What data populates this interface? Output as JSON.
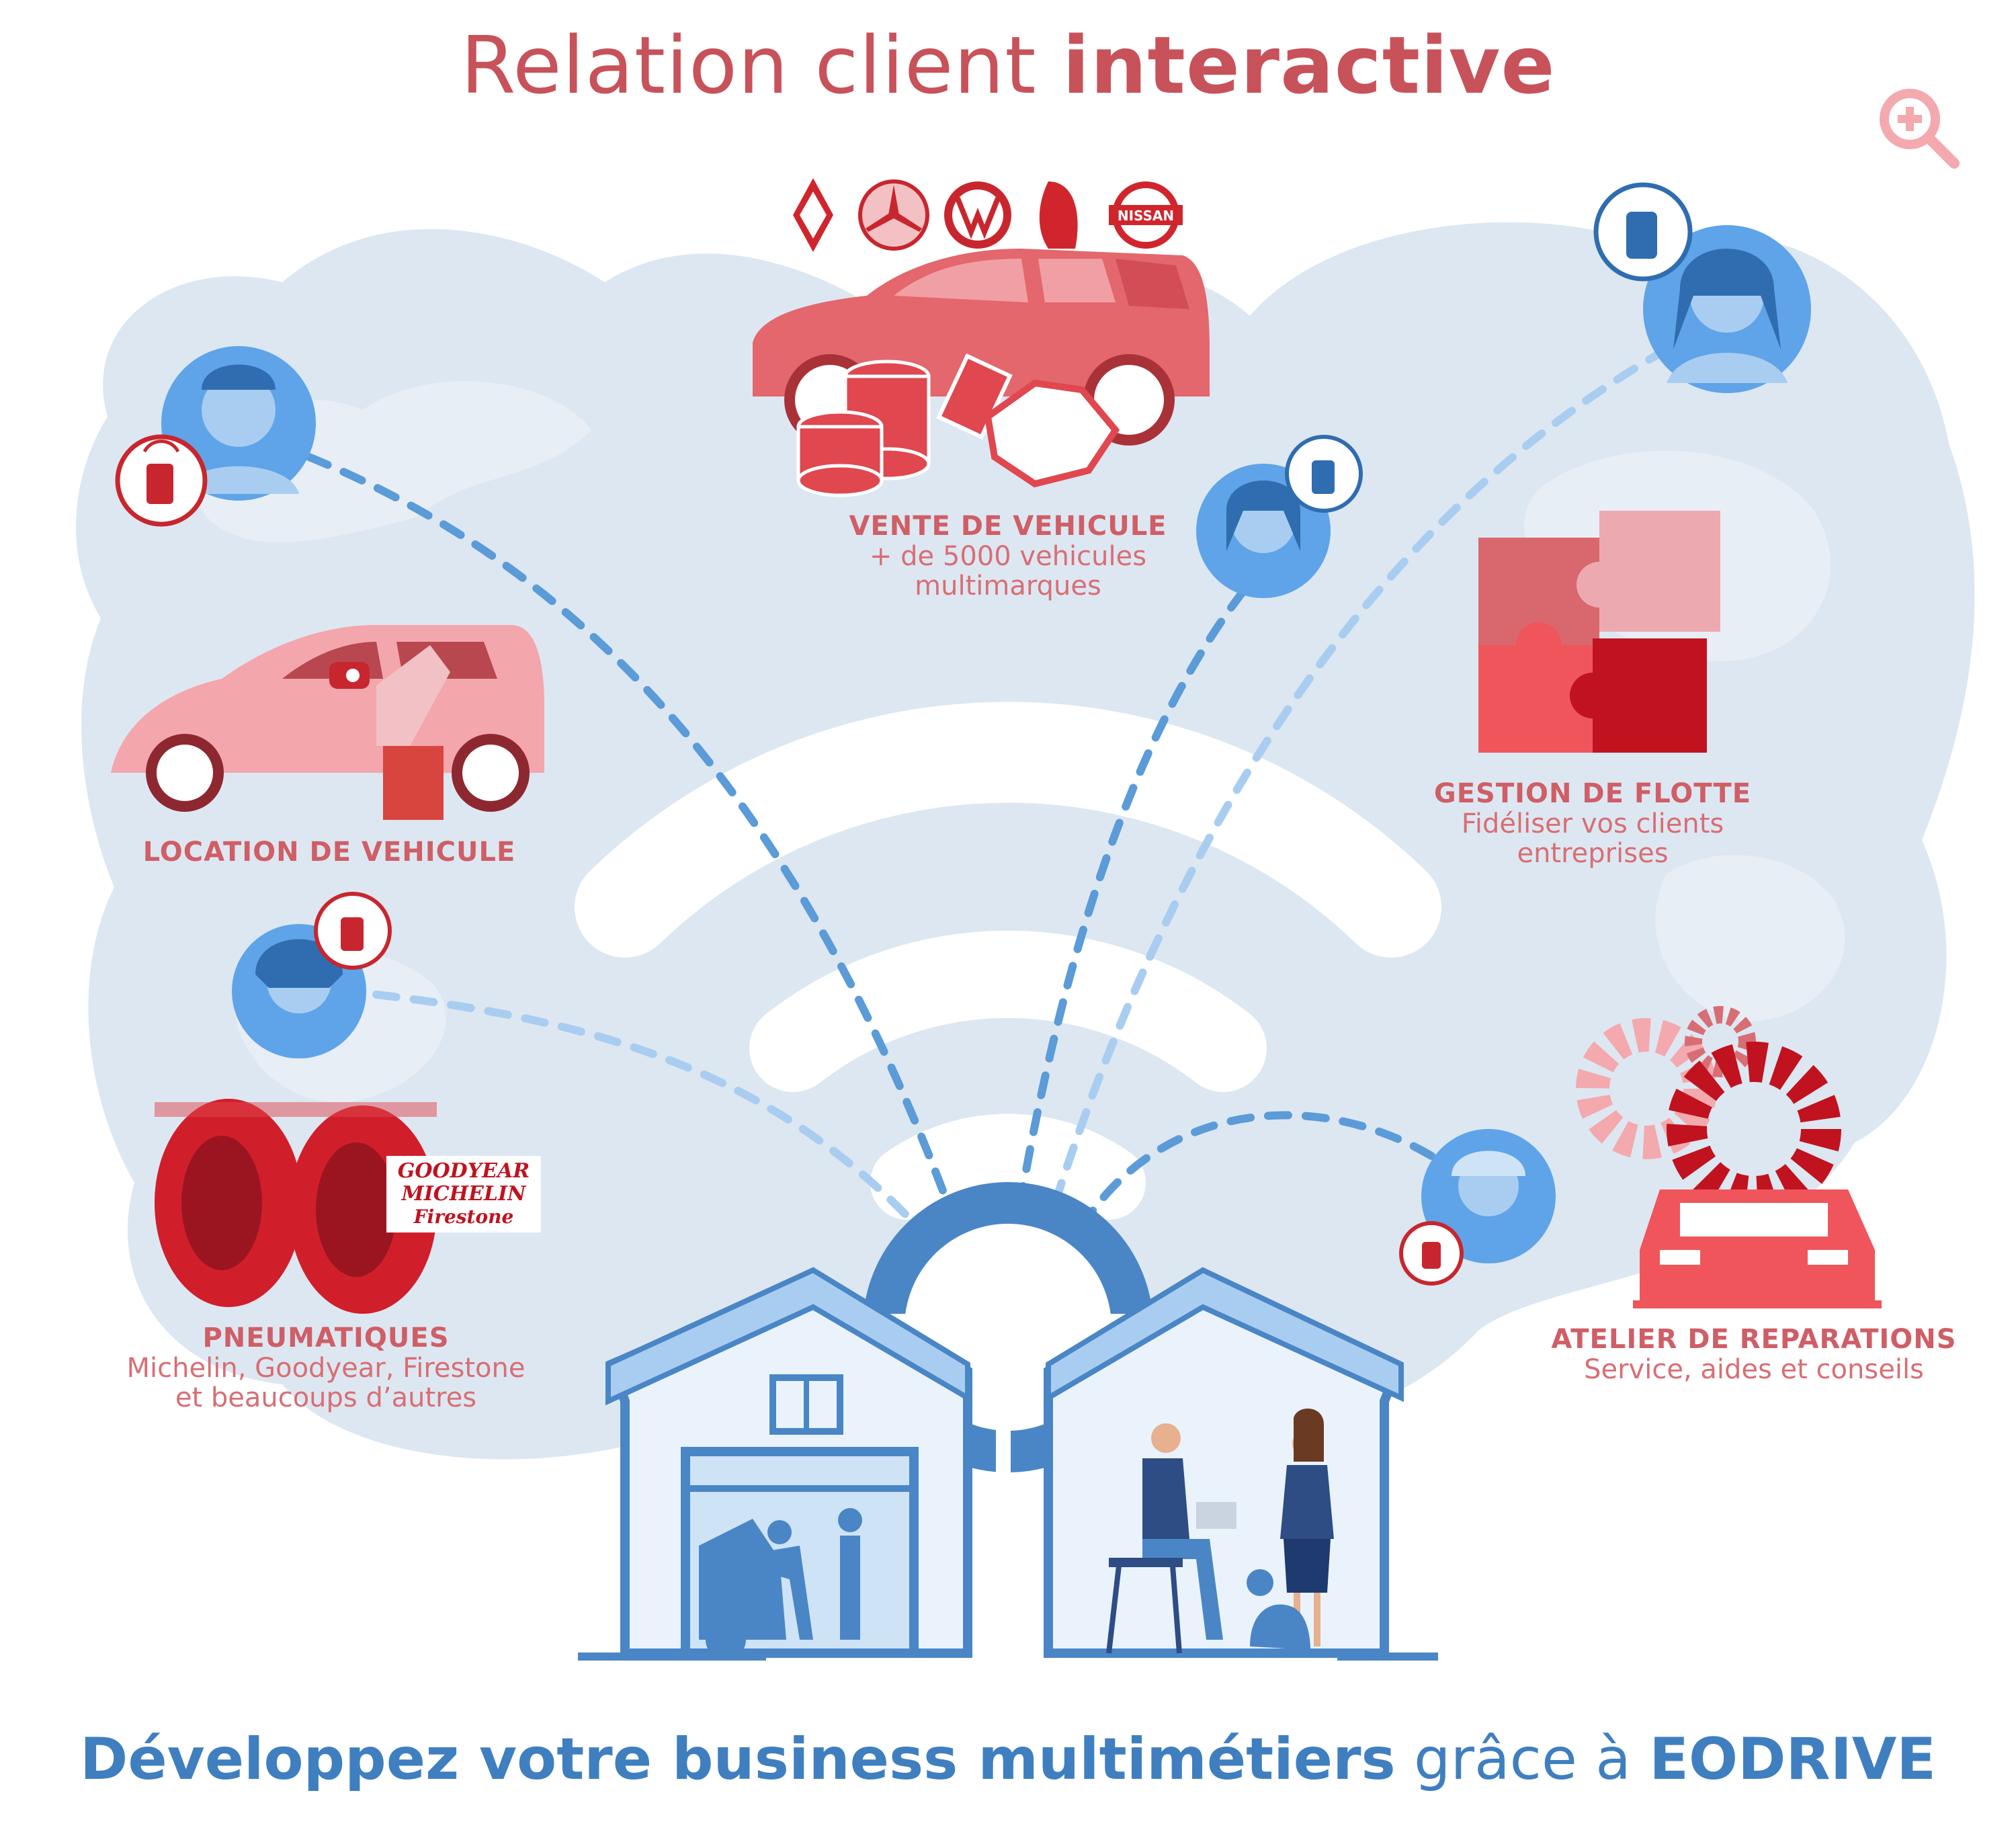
{
  "title": {
    "regular": "Relation client",
    "bold": "interactive"
  },
  "services": {
    "vente": {
      "title": "VENTE DE VEHICULE",
      "line1": "+ de 5000 vehicules",
      "line2": "multimarques"
    },
    "location": {
      "title": "LOCATION DE VEHICULE"
    },
    "flotte": {
      "title": "GESTION DE FLOTTE",
      "line1": "Fidéliser vos clients",
      "line2": "entreprises"
    },
    "pneus": {
      "title": "PNEUMATIQUES",
      "line1": "Michelin, Goodyear, Firestone",
      "line2": "et beaucoups d’autres"
    },
    "atelier": {
      "title": "ATELIER DE REPARATIONS",
      "line1": "Service, aides et conseils"
    }
  },
  "tire_brands": [
    "GOODYEAR",
    "MICHELIN",
    "Firestone"
  ],
  "car_logos": [
    "renault-logo",
    "mercedes-logo",
    "volkswagen-logo",
    "peugeot-logo",
    "nissan-logo"
  ],
  "nissan_text": "NISSAN",
  "tagline": {
    "bold1": "Développez votre business multimétiers",
    "regular": "grâce à",
    "bold2": "EODRIVE"
  },
  "colors": {
    "red": "#c8525a",
    "blue": "#3f7fc0",
    "light_blue_bg": "#dde7f1",
    "pink_car": "#f4a6ad"
  },
  "icons": [
    "zoom-plus-icon",
    "phone-signal-icon",
    "wifi-icon",
    "handshake-icon",
    "puzzle-icon",
    "gears-icon",
    "key-icon"
  ]
}
